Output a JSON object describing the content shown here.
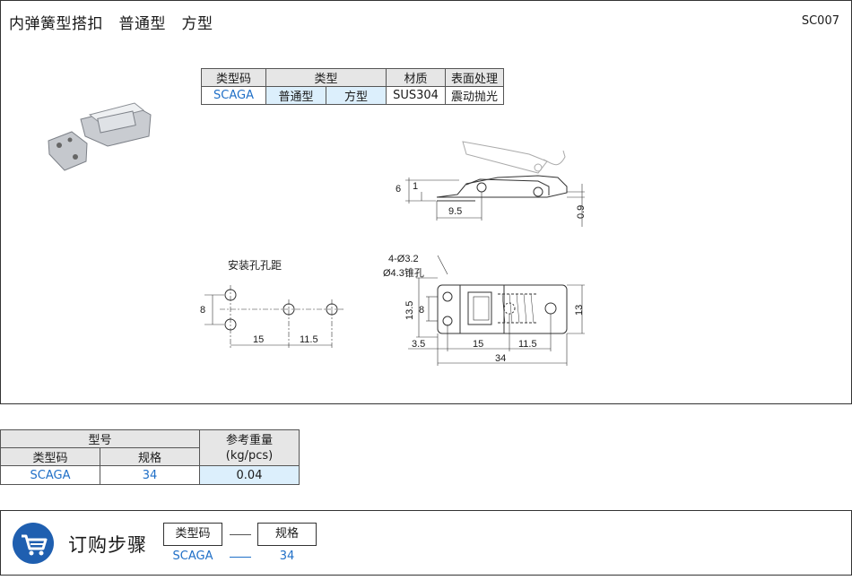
{
  "header": {
    "title": "内弹簧型搭扣　普通型　方型",
    "code": "SC007"
  },
  "spec_table": {
    "headers": [
      "类型码",
      "类型",
      "材质",
      "表面处理"
    ],
    "row": {
      "type_code": "SCAGA",
      "type1": "普通型",
      "type2": "方型",
      "material": "SUS304",
      "finish": "震动抛光"
    }
  },
  "drawing": {
    "dims_top": [
      "6",
      "1",
      "9.5",
      "0.9"
    ],
    "hole_note": [
      "4-Ø3.2",
      "Ø4.3锥孔"
    ],
    "dims_front": [
      "13.5",
      "8",
      "13",
      "3.5",
      "15",
      "11.5",
      "34"
    ],
    "mount_title": "安装孔孔距",
    "dims_mount": [
      "8",
      "15",
      "11.5"
    ]
  },
  "model_table": {
    "group_header": "型号",
    "col1": "类型码",
    "col2": "规格",
    "weight_header_1": "参考重量",
    "weight_header_2": "(kg/pcs)",
    "row": {
      "type_code": "SCAGA",
      "size": "34",
      "weight": "0.04"
    }
  },
  "order": {
    "label": "订购步骤",
    "box1": "类型码",
    "box2": "规格",
    "val1": "SCAGA",
    "val2": "34"
  },
  "colors": {
    "accent_blue": "#1f6fc7",
    "icon_blue": "#1f5fb0",
    "header_gray": "#e6e6e6",
    "light_blue": "#dceffc"
  }
}
